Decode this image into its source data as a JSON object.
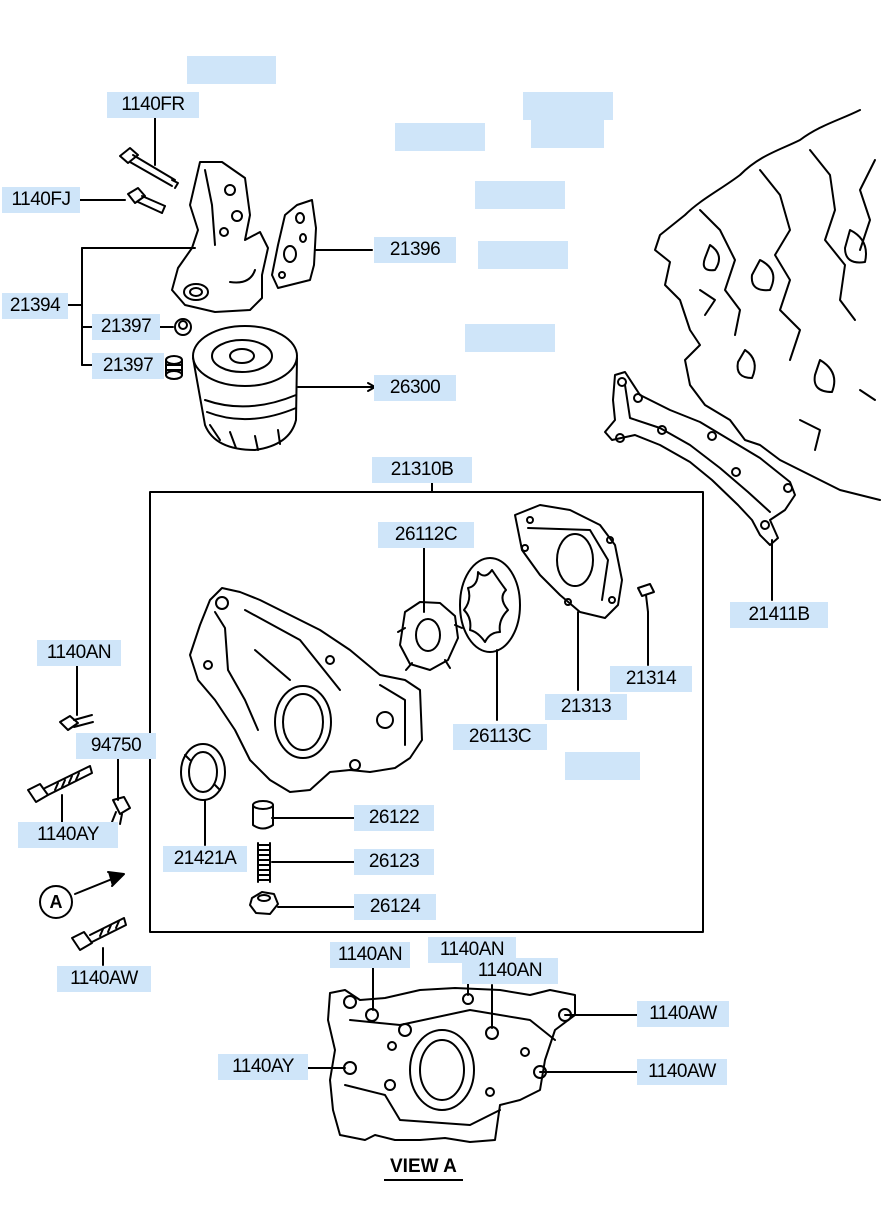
{
  "labels": {
    "p1140FR": "1140FR",
    "p1140FJ": "1140FJ",
    "p21396": "21396",
    "p21394": "21394",
    "p21397a": "21397",
    "p21397b": "21397",
    "p26300": "26300",
    "p21310B": "21310B",
    "p26112C": "26112C",
    "p21411B": "21411B",
    "p21314": "21314",
    "p21313": "21313",
    "p26113C": "26113C",
    "p1140AN_left": "1140AN",
    "p94750": "94750",
    "p1140AY_left": "1140AY",
    "p21421A": "21421A",
    "p26122": "26122",
    "p26123": "26123",
    "p26124": "26124",
    "p1140AW_left": "1140AW",
    "p1140AN_v1": "1140AN",
    "p1140AN_v2": "1140AN",
    "p1140AN_v3": "1140AN",
    "p1140AW_v1": "1140AW",
    "p1140AW_v2": "1140AW",
    "p1140AY_v": "1140AY"
  },
  "view_label": "VIEW A",
  "view_marker": "A"
}
